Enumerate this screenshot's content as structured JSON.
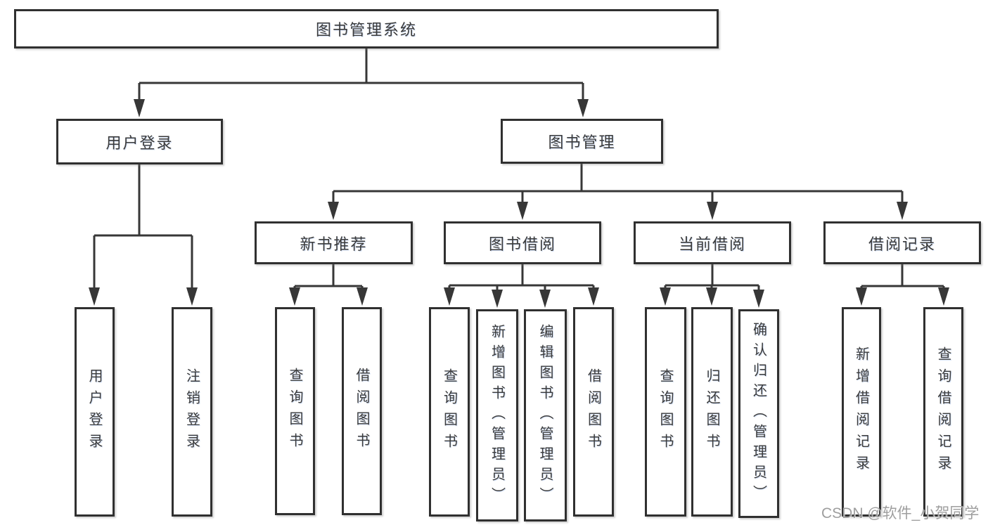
{
  "diagram": {
    "root": "图书管理系统",
    "level2": [
      {
        "label": "用户登录",
        "children": [
          "用户登录",
          "注销登录"
        ]
      },
      {
        "label": "图书管理"
      }
    ],
    "level3": [
      {
        "label": "新书推荐",
        "children": [
          "查询图书",
          "借阅图书"
        ]
      },
      {
        "label": "图书借阅",
        "children": [
          "查询图书",
          "新增图书（管理员）",
          "编辑图书（管理员）",
          "借阅图书"
        ]
      },
      {
        "label": "当前借阅",
        "children": [
          "查询图书",
          "归还图书",
          "确认归还（管理员）"
        ]
      },
      {
        "label": "借阅记录",
        "children": [
          "新增借阅记录",
          "查询借阅记录"
        ]
      }
    ]
  },
  "watermark": "CSDN @软件_小贺同学",
  "colors": {
    "line": "#373737",
    "box_border": "#303030",
    "text": "#3b3b3b",
    "watermark": "#9e9e9e",
    "background": "#ffffff"
  }
}
